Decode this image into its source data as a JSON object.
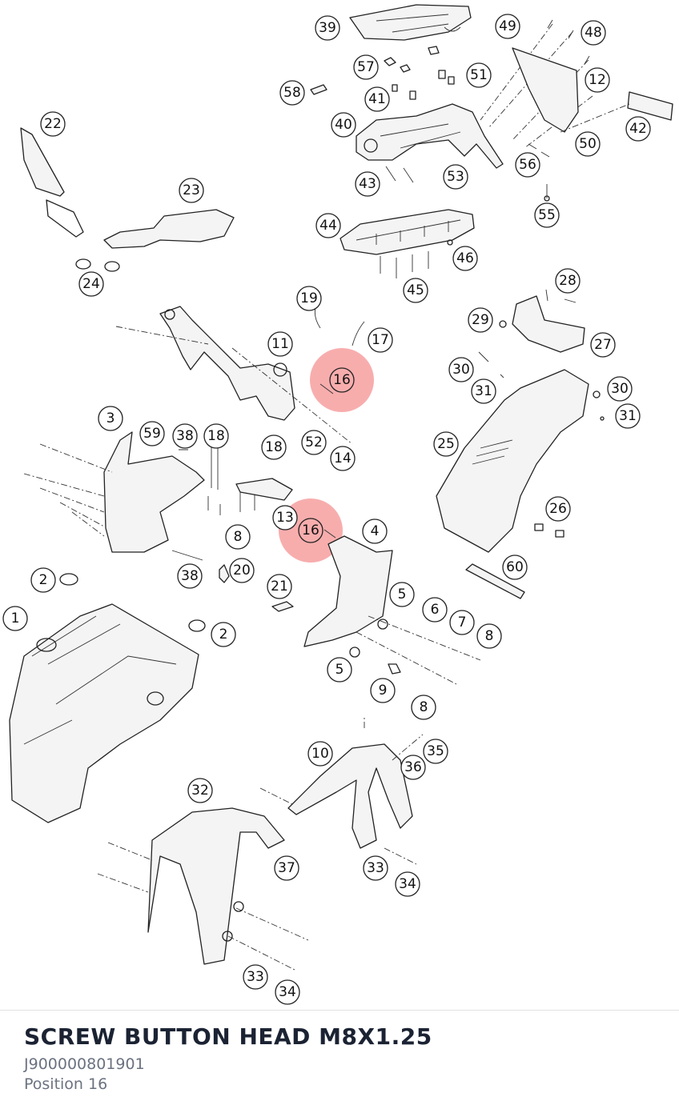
{
  "part": {
    "name": "SCREW BUTTON HEAD M8X1.25",
    "number": "J900000801901",
    "position_label": "Position 16"
  },
  "colors": {
    "highlight": "#f26a6a",
    "title": "#1b2333",
    "meta": "#6b7280"
  },
  "callouts": [
    "39",
    "49",
    "48",
    "57",
    "58",
    "41",
    "51",
    "12",
    "42",
    "40",
    "50",
    "56",
    "53",
    "43",
    "22",
    "55",
    "23",
    "44",
    "46",
    "24",
    "45",
    "28",
    "19",
    "29",
    "17",
    "11",
    "27",
    "16",
    "30",
    "30",
    "31",
    "31",
    "3",
    "59",
    "38",
    "18",
    "52",
    "14",
    "25",
    "18",
    "26",
    "13",
    "16",
    "4",
    "8",
    "60",
    "2",
    "38",
    "20",
    "21",
    "5",
    "6",
    "7",
    "1",
    "2",
    "8",
    "5",
    "9",
    "8",
    "35",
    "10",
    "36",
    "32",
    "33",
    "37",
    "34",
    "33",
    "34"
  ],
  "highlighted_callouts": [
    "16"
  ]
}
